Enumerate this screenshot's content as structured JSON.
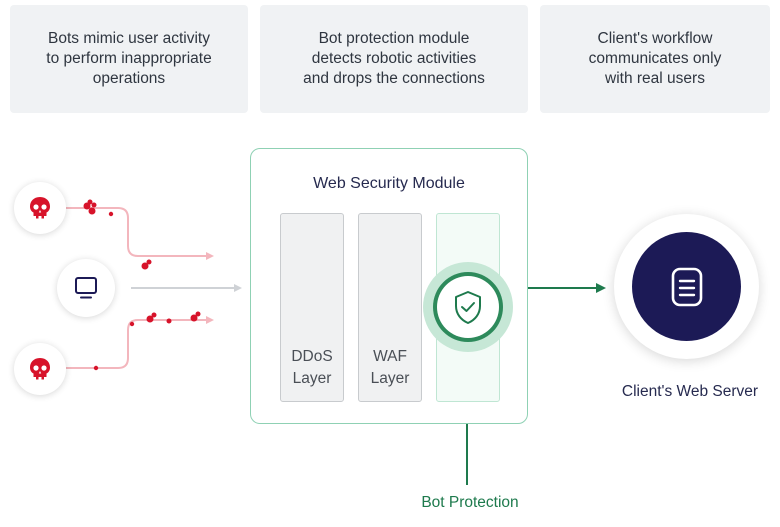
{
  "cards": [
    {
      "text": "Bots mimic user activity\nto perform inappropriate\noperations"
    },
    {
      "text": "Bot protection module\ndetects robotic activities\nand drops the connections"
    },
    {
      "text": "Client's workflow\ncommunicates only\nwith real users"
    }
  ],
  "module": {
    "title": "Web Security Module",
    "layers": [
      "DDoS\nLayer",
      "WAF\nLayer",
      ""
    ]
  },
  "server": {
    "label": "Client's Web Server"
  },
  "bot_protection": {
    "label": "Bot Protection"
  },
  "colors": {
    "bot_red": "#d7132a",
    "flow_pink": "#f3b6bd",
    "flow_gray": "#cfd2d6",
    "accent_green": "#1e7a4d",
    "server_navy": "#1c1a56"
  },
  "icons": [
    "skull-icon",
    "monitor-icon",
    "skull-icon",
    "shield-check-icon",
    "server-icon"
  ]
}
